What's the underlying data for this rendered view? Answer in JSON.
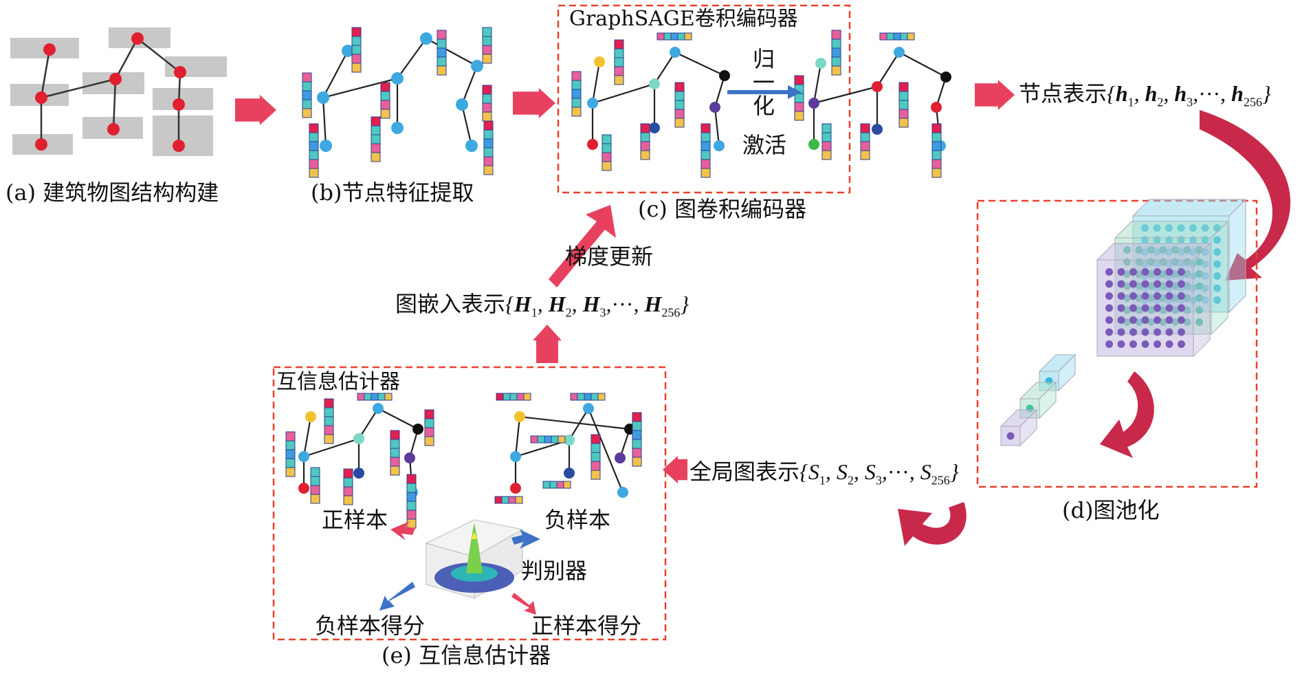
{
  "panels": {
    "a": {
      "caption": "(a) 建筑物图结构构建"
    },
    "b": {
      "caption": "(b)节点特征提取"
    },
    "c": {
      "caption": "(c) 图卷积编码器",
      "box_title": "GraphSAGE卷积编码器",
      "norm_label": [
        "归",
        "一",
        "化"
      ],
      "act_label": "激活"
    },
    "d": {
      "caption": "(d)图池化"
    },
    "e": {
      "caption": "(e) 互信息估计器",
      "box_title": "互信息估计器",
      "positive_sample": "正样本",
      "negative_sample": "负样本",
      "discriminator": "判别器",
      "negative_score": "负样本得分",
      "positive_score": "正样本得分"
    }
  },
  "labels": {
    "node_repr_prefix": "节点表示",
    "node_repr_terms": [
      "h",
      "h",
      "h",
      "h"
    ],
    "node_repr_subs": [
      "1",
      "2",
      "3",
      "256"
    ],
    "graph_embed_prefix": "图嵌入表示",
    "graph_embed_terms": [
      "H",
      "H",
      "H",
      "H"
    ],
    "graph_embed_subs": [
      "1",
      "2",
      "3",
      "256"
    ],
    "global_repr_prefix": "全局图表示",
    "global_repr_terms": [
      "S",
      "S",
      "S",
      "S"
    ],
    "global_repr_subs": [
      "1",
      "2",
      "3",
      "256"
    ],
    "gradient_update": "梯度更新",
    "ellipsis": "···"
  },
  "colors": {
    "arrow_pink": "#e8415f",
    "arrow_dark": "#c8294a",
    "dashed_box": "#e8412c",
    "node_red": "#e02030",
    "node_blue": "#3ea8e0",
    "node_teal": "#7dd8c6",
    "node_purple": "#5b3c9c",
    "node_navy": "#2a4ca0",
    "node_yellow": "#f2c22e",
    "node_green": "#3ab84a",
    "node_black": "#111111",
    "feat_red": "#e21f4f",
    "feat_teal": "#4fc8c0",
    "feat_blue": "#3e9be0",
    "feat_pink": "#e8609a",
    "feat_yellow": "#f2c24a",
    "gray_block": "#c8c8c8",
    "cube_blue": "#90d8ee",
    "cube_green": "#a8e0c8",
    "cube_purple": "#c4b8e0"
  }
}
